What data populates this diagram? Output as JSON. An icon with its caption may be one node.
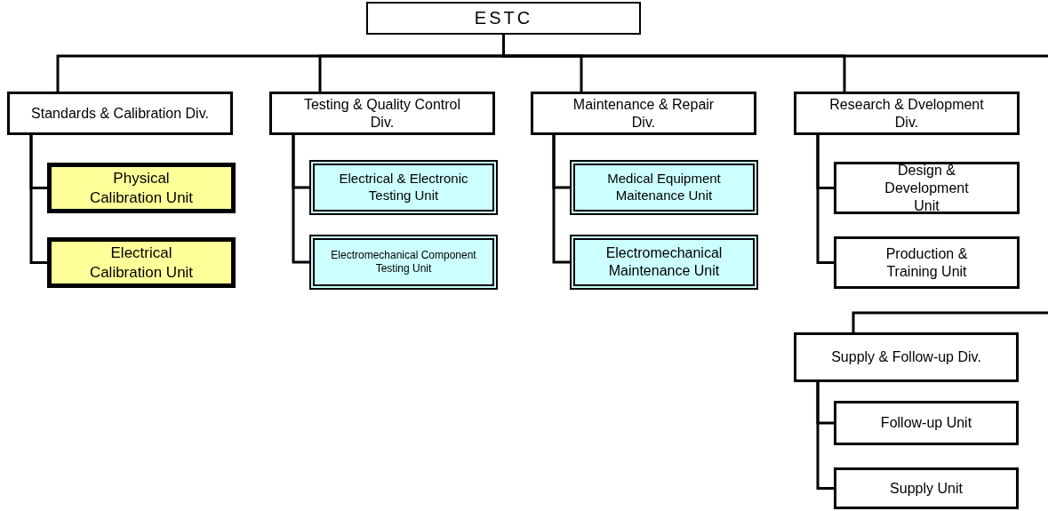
{
  "diagram": {
    "nodes": [
      {
        "text": [
          "ESTC"
        ]
      },
      {
        "text": [
          "Standards & Calibration Div."
        ]
      },
      {
        "text": [
          "Physical Calibration Unit"
        ]
      },
      {
        "text": [
          "Electrical Calibration Unit"
        ]
      },
      {
        "text": [
          "Testing & Quality Control Div."
        ]
      },
      {
        "text": [
          "Electrical & Electronic Testing Unit"
        ]
      },
      {
        "text": [
          "Electromechanical Component Testing Unit"
        ]
      },
      {
        "text": [
          "Maintenance & Repair Div."
        ]
      },
      {
        "text": [
          "Medical Equipment Maitenance Unit"
        ]
      },
      {
        "text": [
          "Electromechanical Maintenance Unit"
        ]
      },
      {
        "text": [
          "Research & Dvelopment Div."
        ]
      },
      {
        "text": [
          "Design & Development Unit"
        ]
      },
      {
        "text": [
          "Production & Training Unit"
        ]
      },
      {
        "text": [
          "Supply & Follow-up Div."
        ]
      },
      {
        "text": [
          "Follow-up Unit"
        ]
      },
      {
        "text": [
          "Supply Unit"
        ]
      }
    ],
    "edges": [
      {
        "from": 0,
        "to": 1,
        "arrow": "none"
      },
      {
        "from": 0,
        "to": 4,
        "arrow": "none"
      },
      {
        "from": 0,
        "to": 7,
        "arrow": "none"
      },
      {
        "from": 0,
        "to": 10,
        "arrow": "none"
      },
      {
        "from": 0,
        "to": null,
        "arrow": "none"
      },
      {
        "from": 1,
        "to": 2,
        "arrow": "none"
      },
      {
        "from": 1,
        "to": 3,
        "arrow": "none"
      },
      {
        "from": 4,
        "to": 5,
        "arrow": "none"
      },
      {
        "from": 4,
        "to": 6,
        "arrow": "none"
      },
      {
        "from": 7,
        "to": 8,
        "arrow": "none"
      },
      {
        "from": 7,
        "to": 9,
        "arrow": "none"
      },
      {
        "from": 10,
        "to": 11,
        "arrow": "none"
      },
      {
        "from": 10,
        "to": 12,
        "arrow": "none"
      },
      {
        "from": null,
        "to": 13,
        "arrow": "none"
      },
      {
        "from": 13,
        "to": 14,
        "arrow": "none"
      },
      {
        "from": 13,
        "to": 15,
        "arrow": "none"
      }
    ]
  }
}
